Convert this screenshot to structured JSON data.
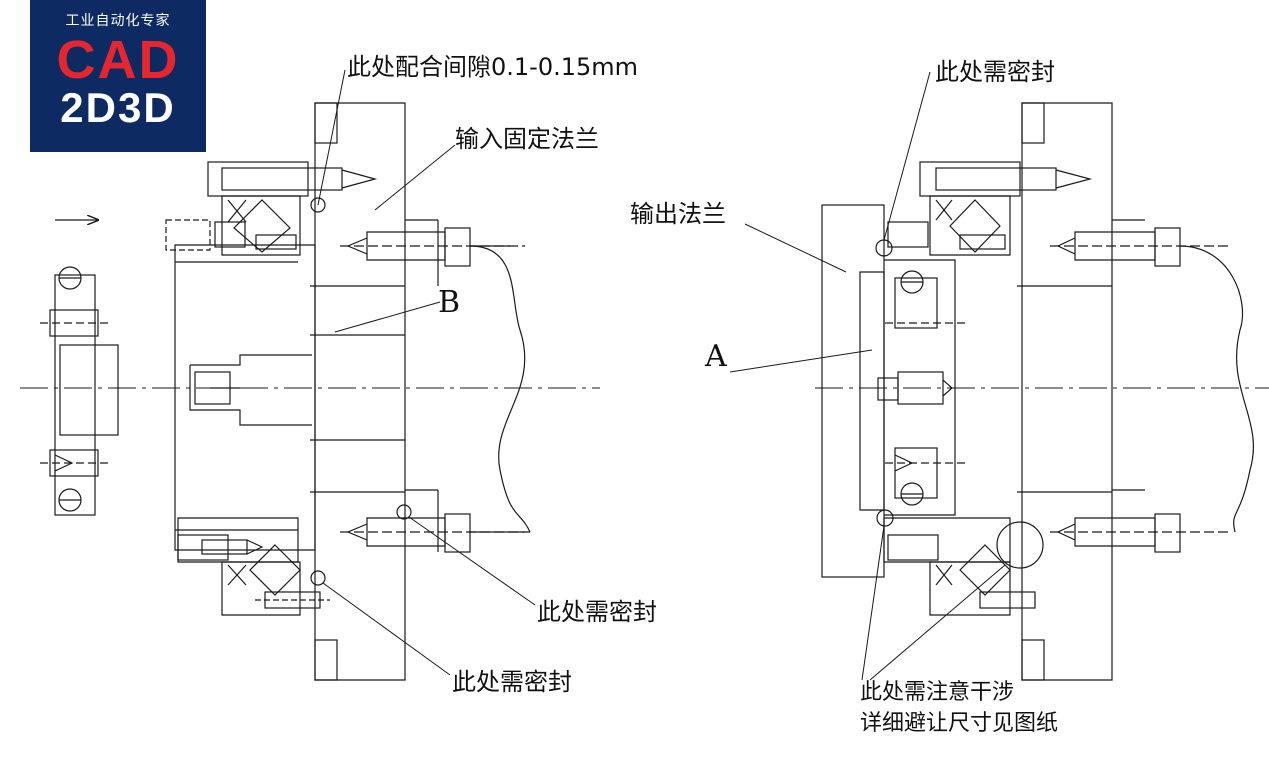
{
  "logo": {
    "subtitle": "工业自动化专家",
    "brand_top": "CAD",
    "brand_bottom": "2D3D"
  },
  "left_drawing": {
    "callout_clearance": "此处配合间隙0.1-0.15mm",
    "callout_input_flange": "输入固定法兰",
    "label_b": "B",
    "callout_seal_1": "此处需密封",
    "callout_seal_2": "此处需密封"
  },
  "right_drawing": {
    "callout_seal": "此处需密封",
    "callout_output_flange": "输出法兰",
    "label_a": "A",
    "note_line_1": "此处需注意干涉",
    "note_line_2": "详细避让尺寸见图纸"
  },
  "colors": {
    "line": "#1a1a1a",
    "logo_bg": "#0e2a63",
    "logo_red": "#e4262f"
  }
}
